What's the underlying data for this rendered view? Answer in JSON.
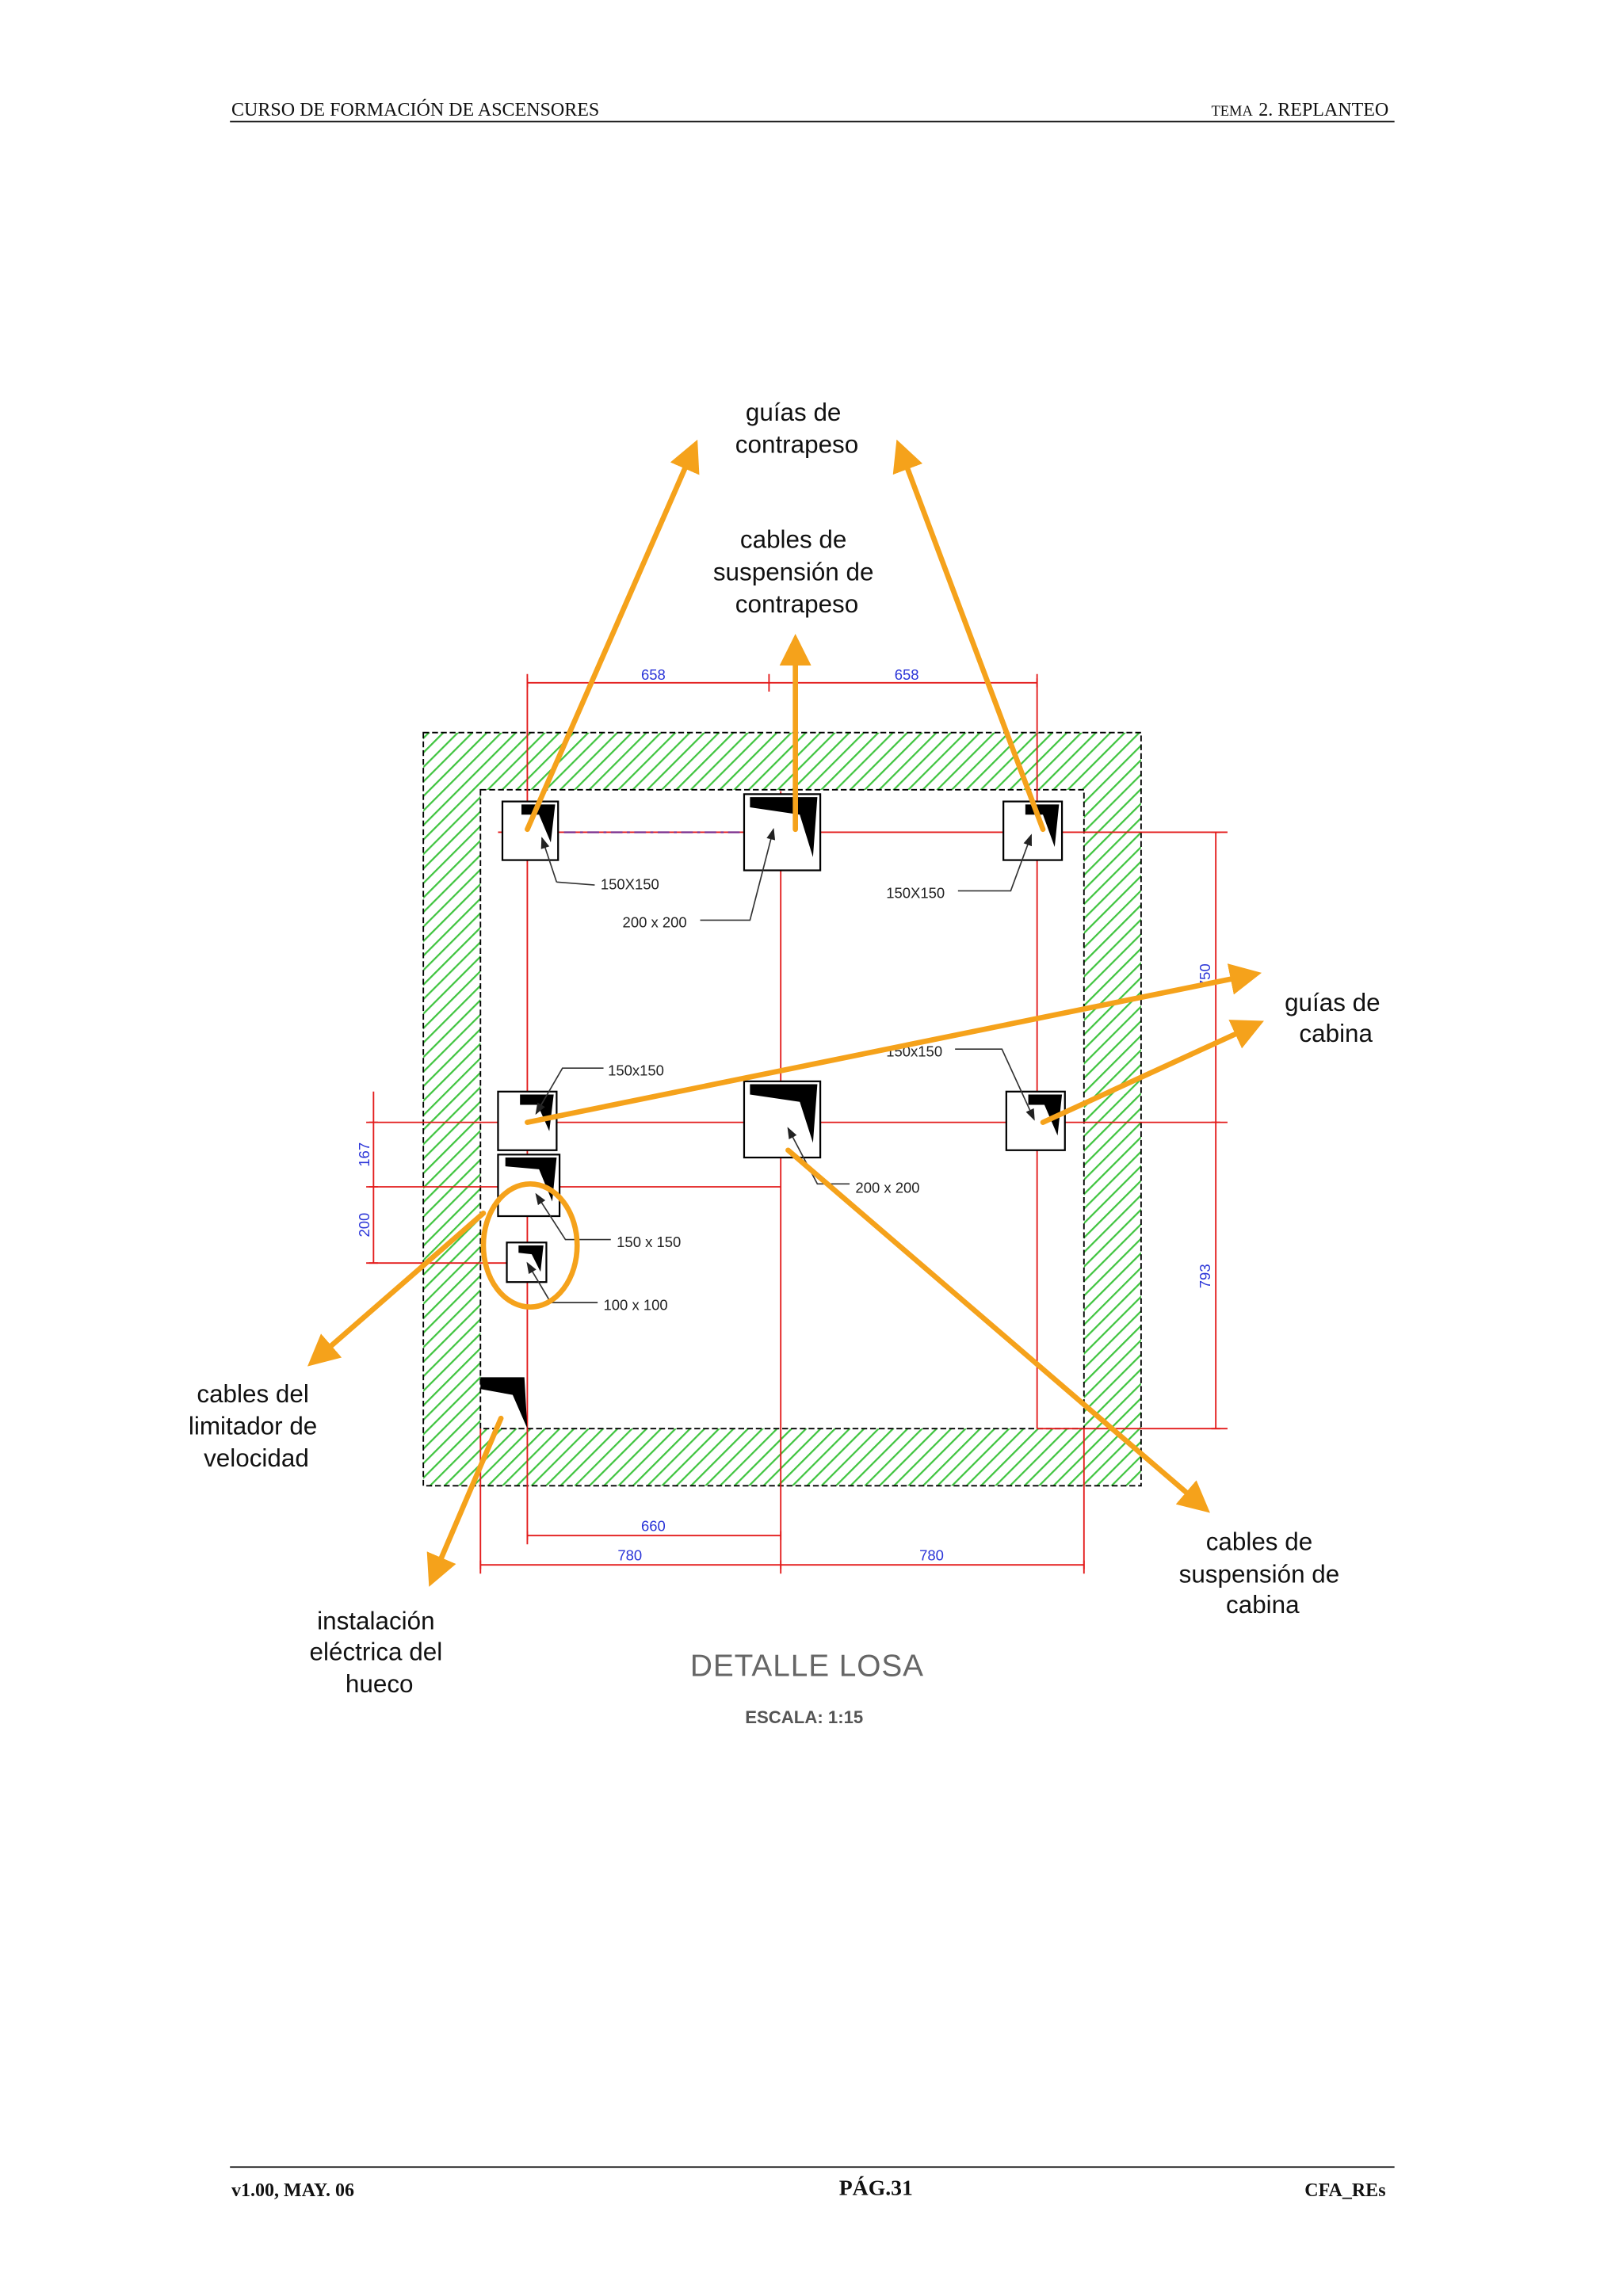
{
  "header": {
    "left": "CURSO DE FORMACIÓN DE ASCENSORES",
    "right_prefix": "TEMA",
    "right": "2. REPLANTEO"
  },
  "footer": {
    "version": "v1.00, MAY. 06",
    "page": "PÁG.31",
    "code": "CFA_REs"
  },
  "drawing": {
    "title": "DETALLE LOSA",
    "scale": "ESCALA: 1:15",
    "dimensions": {
      "top_left": "658",
      "top_right": "658",
      "right_upper": "750",
      "right_lower": "793",
      "left_upper": "167",
      "left_lower": "200",
      "bottom_inner": "660",
      "bottom_left": "780",
      "bottom_right": "780"
    },
    "openings": {
      "top_left": "150X150",
      "top_center": "200 x 200",
      "top_right": "150X150",
      "mid_left": "150x150",
      "mid_right": "150x150",
      "mid_center": "200 x 200",
      "lower_left": "150 x 150",
      "small": "100 x 100"
    },
    "callouts": {
      "counterweight_guides": [
        "guías de",
        "contrapeso"
      ],
      "counterweight_suspension_cables": [
        "cables de",
        "suspensión de",
        "contrapeso"
      ],
      "car_guides": [
        "guías de",
        "cabina"
      ],
      "speed_governor_cables": [
        "cables del",
        "limitador de",
        "velocidad"
      ],
      "car_suspension_cables": [
        "cables de",
        "suspensión de",
        "cabina"
      ],
      "shaft_electrical_installation": [
        "instalación",
        "eléctrica del",
        "hueco"
      ]
    }
  },
  "colors": {
    "wall_hatch": "#3fc43f",
    "dimension_lines": "#e31b1b",
    "dimension_text": "#2b35d8",
    "callout_arrows": "#f5a21b"
  }
}
